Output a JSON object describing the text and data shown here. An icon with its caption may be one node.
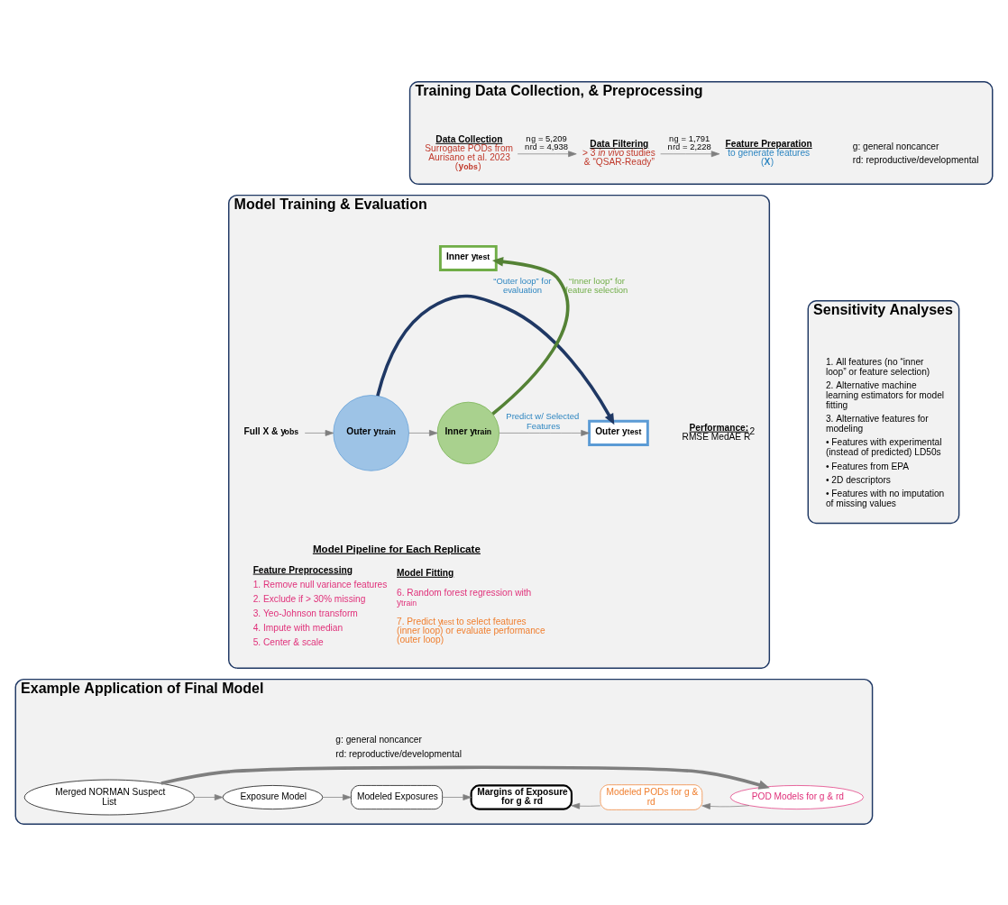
{
  "diagram": {
    "nodes": [
      {
        "text": [
          "Training Data Collection, & Preprocessing"
        ]
      },
      {
        "text": [
          "Data Collection",
          "Surrogate PODs from Aurisano et al. 2023 (**y$_{obs}$**)"
        ],
        "in": 0
      },
      {
        "text": [
          "Data Filtering",
          "> 3 *in vivo* studies & “QSAR-Ready”"
        ],
        "in": 0
      },
      {
        "text": [
          "Feature Preparation",
          "to generate features (**X**)"
        ],
        "in": 0
      },
      {
        "text": [
          "Model Training & Evaluation"
        ]
      },
      {
        "text": [
          "Full X & y$_{obs}$"
        ],
        "in": 4
      },
      {
        "text": [
          "Outer y$_{train}$"
        ],
        "in": 4
      },
      {
        "text": [
          "Inner y$_{test}$"
        ],
        "in": 4
      },
      {
        "text": [
          "Inner y$_{train}$"
        ],
        "in": 4
      },
      {
        "text": [
          "Outer y$_{test}$"
        ],
        "in": 4
      },
      {
        "text": [
          "Performance:",
          "RMSE MedAE R$^{2}$"
        ],
        "in": 4
      },
      {
        "text": [
          "Sensitivity Analyses"
        ]
      },
      {
        "text": [
          "Example Application of Final Model"
        ]
      },
      {
        "text": [
          "Merged NORMAN Suspect List"
        ],
        "in": 12
      },
      {
        "text": [
          "Exposure Model"
        ],
        "in": 12
      },
      {
        "text": [
          "Modeled Exposures"
        ],
        "in": 12
      },
      {
        "text": [
          "Margins of Exposure for g & rd"
        ],
        "in": 12
      },
      {
        "text": [
          "Modeled PODs for g & rd"
        ],
        "in": 12
      },
      {
        "text": [
          "POD Models for g & rd"
        ],
        "in": 12
      }
    ],
    "edges": [
      {
        "from": 1,
        "to": 2,
        "arrow": "to",
        "label": "n$_{g}$ = 5,209 n$_{rd}$ = 4,938"
      },
      {
        "from": 2,
        "to": 3,
        "arrow": "to",
        "label": "n$_{g}$ = 1,791 n$_{rd}$ = 2,228"
      },
      {
        "from": 5,
        "to": 6,
        "arrow": "to"
      },
      {
        "from": 6,
        "to": 8,
        "arrow": "to"
      },
      {
        "from": 8,
        "to": 9,
        "arrow": "to",
        "label": "Predict w/ Selected Features"
      },
      {
        "from": 6,
        "to": 9,
        "arrow": "to",
        "label": "“Outer loop” for evaluation",
        "style": "thick",
        "color": "#1f3864"
      },
      {
        "from": 8,
        "to": 7,
        "arrow": "to",
        "label": "“Inner loop” for feature selection",
        "style": "thick",
        "color": "#548235"
      },
      {
        "from": 13,
        "to": 14,
        "arrow": "to"
      },
      {
        "from": 14,
        "to": 15,
        "arrow": "to"
      },
      {
        "from": 15,
        "to": 16,
        "arrow": "to"
      },
      {
        "from": 17,
        "to": 16,
        "arrow": "to"
      },
      {
        "from": 18,
        "to": 17,
        "arrow": "to"
      },
      {
        "from": 13,
        "to": 18,
        "arrow": "to",
        "style": "thick"
      }
    ],
    "labels": [
      "g: general noncancer",
      "rd: reproductive/developmental",
      "Model Pipeline for Each Replicate",
      "Feature Preprocessing",
      "1. Remove null variance features",
      "2. Exclude if > 30% missing",
      "3. Yeo-Johnson transform",
      "4. Impute with median",
      "5. Center & scale",
      "Model Fitting",
      "6. Random forest regression with y$_{train}$",
      "7. Predict y$_{test}$ to select features (inner loop) or evaluate performance (outer loop)",
      "1. All features (no “inner loop” or feature selection)",
      "2. Alternative machine learning estimators for model fitting",
      "3. Alternative features for modeling",
      "• Features with experimental (instead of predicted) LD50s",
      "• Features from EPA",
      "• 2D descriptors",
      "• Features with no imputation of missing values",
      "g: general noncancer",
      "rd: reproductive/developmental"
    ]
  }
}
